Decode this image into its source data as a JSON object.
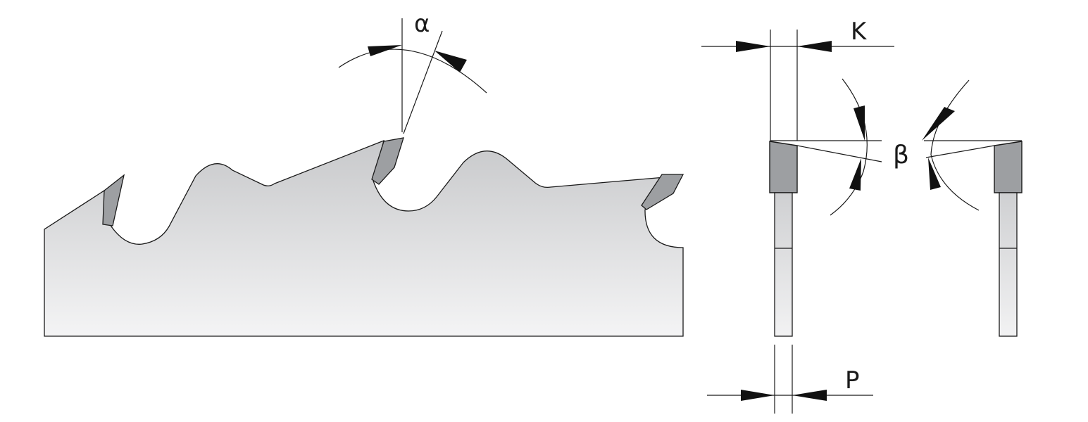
{
  "labels": {
    "alpha": "α",
    "k": "K",
    "beta": "β",
    "p": "P"
  },
  "colors": {
    "blade_top": "#c8c9cb",
    "blade_bottom": "#f4f4f5",
    "carbide_tip": "#9d9fa2",
    "line": "#1a1a1a"
  }
}
